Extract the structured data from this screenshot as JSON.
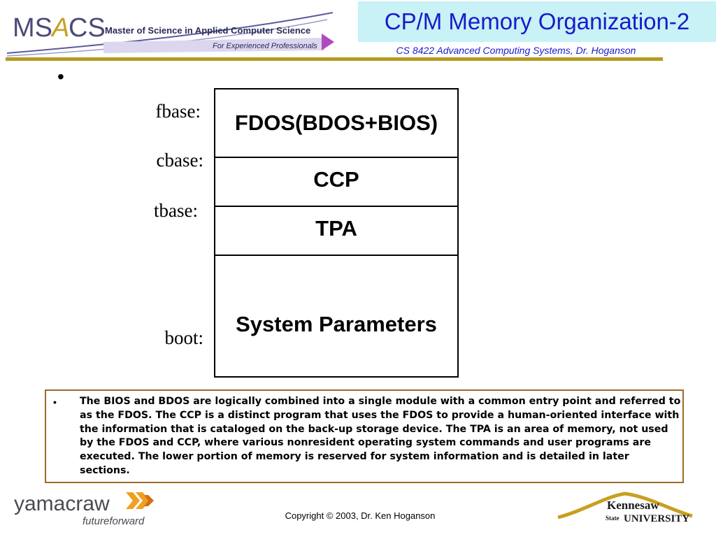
{
  "header": {
    "title": "CP/M Memory Organization-2",
    "subtitle": "CS 8422 Advanced Computing Systems, Dr. Hoganson",
    "logo": {
      "ms": "MS",
      "a": "A",
      "cs": "CS",
      "tagline": "Master of Science in Applied Computer Science",
      "sub_tagline": "For Experienced Professionals"
    }
  },
  "bullet": "•",
  "diagram": {
    "addresses": {
      "fbase": "fbase:",
      "cbase": "cbase:",
      "tbase": "tbase:",
      "boot": "boot:"
    },
    "segments": {
      "fdos": "FDOS(BDOS+BIOS)",
      "ccp": "CCP",
      "tpa": "TPA",
      "system": "System Parameters"
    }
  },
  "description": {
    "bullet": "•",
    "text": "The BIOS and BDOS are logically combined into a single module with a common entry point and referred to as the FDOS. The CCP is a distinct program that uses the FDOS to provide a human-oriented interface with the information that is cataloged on the back-up storage device. The TPA is an area of memory, not used by the FDOS and CCP, where various nonresident operating system commands and user programs are executed. The lower portion of memory is reserved for system information and is detailed in later sections."
  },
  "footer": {
    "copyright": "Copyright © 2003, Dr. Ken Hoganson",
    "yamacraw": {
      "name": "yamacraw",
      "tagline": "futureforward"
    },
    "ksu": {
      "top": "Kennesaw",
      "state": "State",
      "university": "UNIVERSITY"
    }
  },
  "colors": {
    "title_text": "#1a1acc",
    "title_bg": "#c8f2f6",
    "rule": "#b59a22",
    "desc_border": "#9c6a2a",
    "logo_blue": "#4a4a8a",
    "logo_gold": "#c8a020"
  }
}
